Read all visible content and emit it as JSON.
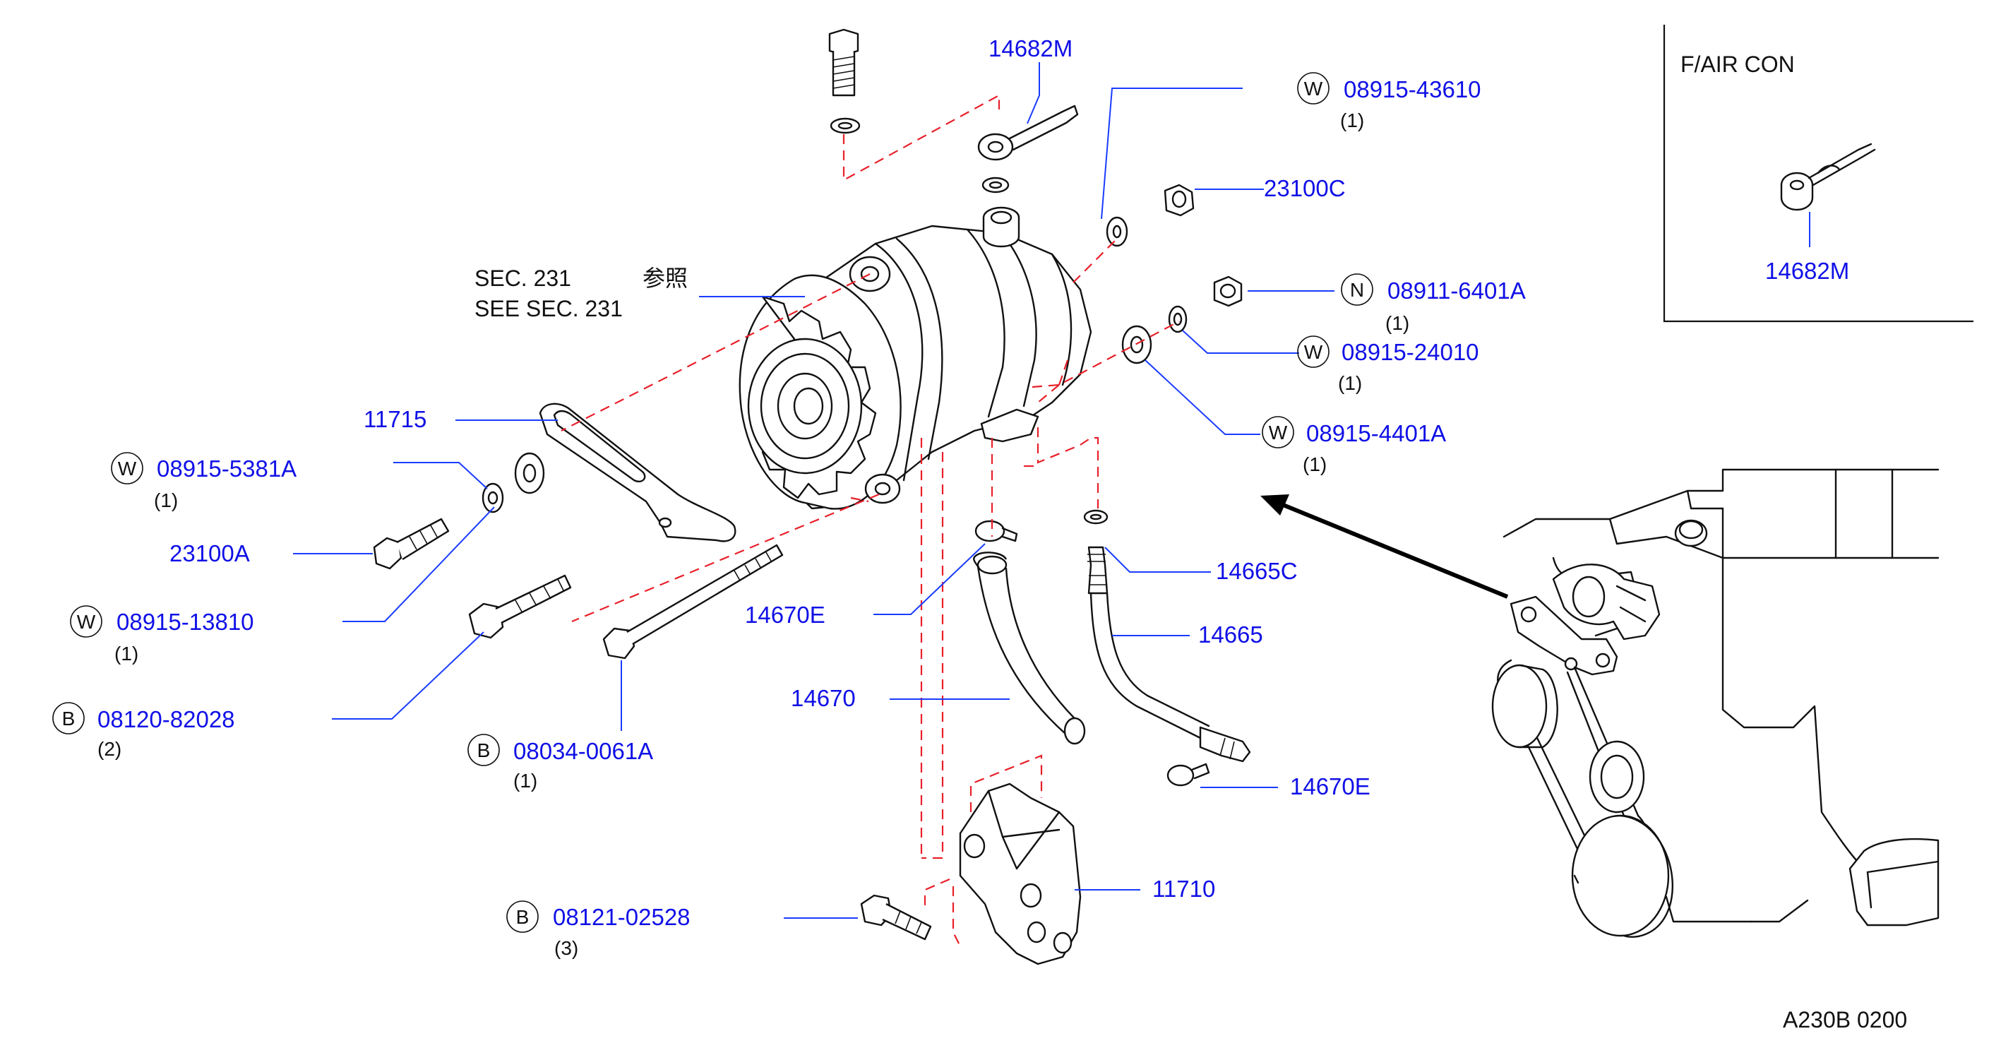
{
  "inset": {
    "title": "F/AIR   CON",
    "part_number": "14682M"
  },
  "section_ref": {
    "line1": "SEC.   231",
    "line1_jp": "参照",
    "line2": "SEE   SEC.   231"
  },
  "diagram_code": "A230B   0200",
  "symbols": {
    "washer": "W",
    "nut": "N",
    "bolt": "B"
  },
  "callouts": {
    "c14682M": {
      "part": "14682M"
    },
    "c23100C": {
      "part": "23100C"
    },
    "c0891543610": {
      "part": "08915-43610",
      "qty": "(1)"
    },
    "c089116401A": {
      "part": "08911-6401A",
      "qty": "(1)"
    },
    "c0891524010": {
      "part": "08915-24010",
      "qty": "(1)"
    },
    "c089154401A": {
      "part": "08915-4401A",
      "qty": "(1)"
    },
    "c11715": {
      "part": "11715"
    },
    "c089155381A": {
      "part": "08915-5381A",
      "qty": "(1)"
    },
    "c23100A": {
      "part": "23100A"
    },
    "c0891513810": {
      "part": "08915-13810",
      "qty": "(1)"
    },
    "c0812082028": {
      "part": "08120-82028",
      "qty": "(2)"
    },
    "c080340061A": {
      "part": "08034-0061A",
      "qty": "(1)"
    },
    "c14670E_top": {
      "part": "14670E"
    },
    "c14665C": {
      "part": "14665C"
    },
    "c14665": {
      "part": "14665"
    },
    "c14670": {
      "part": "14670"
    },
    "c14670E_bottom": {
      "part": "14670E"
    },
    "c11710": {
      "part": "11710"
    },
    "c0812102528": {
      "part": "08121-02528",
      "qty": "(3)"
    }
  },
  "colors": {
    "part_number": "#1010e6",
    "leader": "#1a3cff",
    "phantom": "#e8202a",
    "line": "#111111"
  },
  "icons": [
    "alternator-drawing",
    "engine-drawing",
    "view-arrow"
  ]
}
